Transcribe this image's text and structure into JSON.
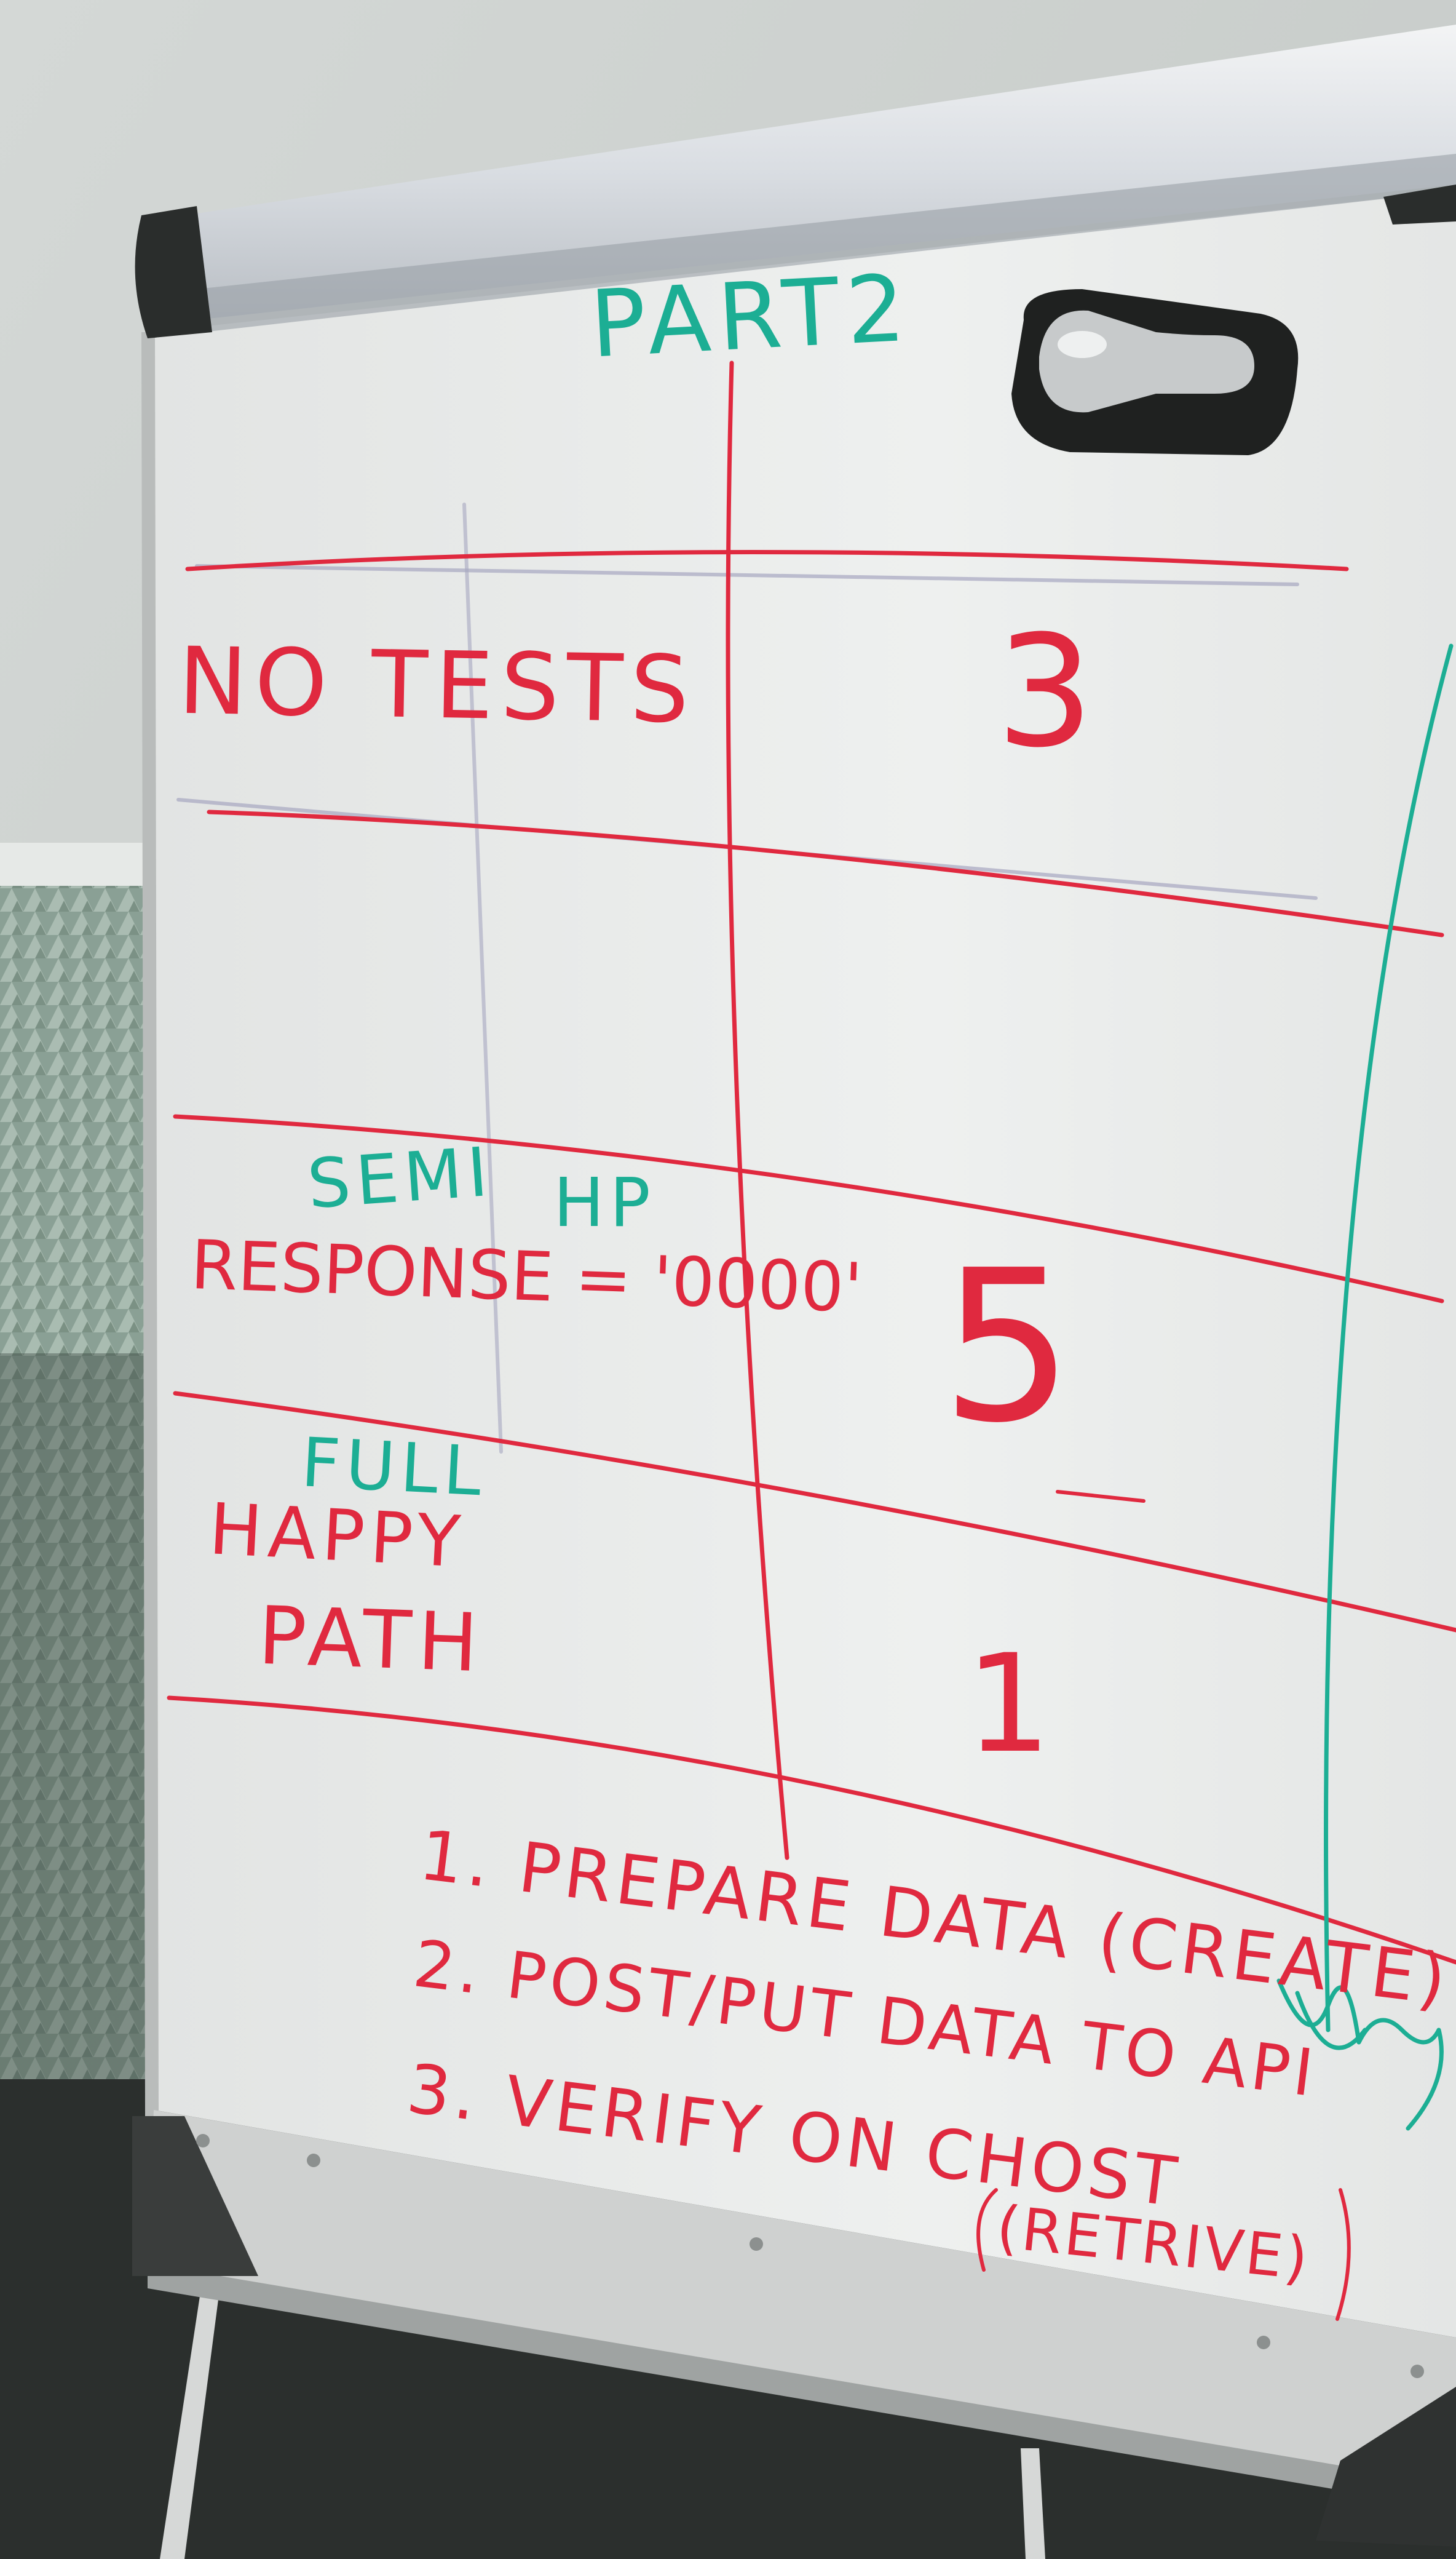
{
  "colors": {
    "wall": "#cfd3d1",
    "board": "#e9ebea",
    "red_marker": "#e0293f",
    "teal_marker": "#1cae94",
    "frame_dark": "#2a2d2c",
    "panel_pattern": "#8da497"
  },
  "board": {
    "title": "PART2",
    "rows": [
      {
        "label": "NO TESTS",
        "count": "3"
      },
      {
        "label_note_1": "SEMI",
        "label_note_2": "HP",
        "label": "RESPONSE = '0000'",
        "count": "5"
      },
      {
        "label_note": "FULL",
        "label_line_1": "HAPPY",
        "label_line_2": "PATH",
        "count": "1"
      }
    ],
    "steps": [
      "1. PREPARE DATA (CREATE)",
      "2. POST/PUT DATA TO API",
      "3. VERIFY ON CHOST"
    ],
    "step3_note": "(RETRIVE)"
  }
}
